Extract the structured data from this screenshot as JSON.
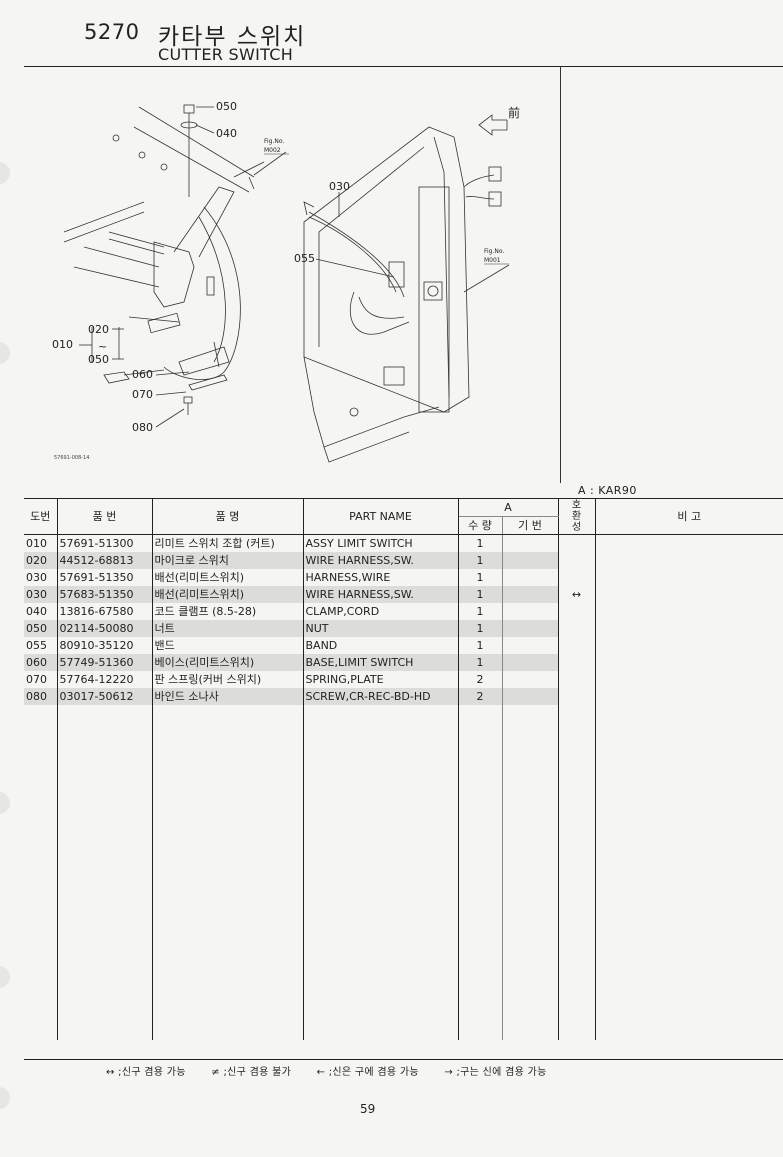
{
  "header": {
    "section_no": "5270",
    "title_ko": "카타부 스위치",
    "title_en": "CUTTER SWITCH"
  },
  "diagram": {
    "callouts": {
      "c050": "050",
      "c040": "040",
      "c030": "030",
      "c055": "055",
      "c010": "010",
      "c020": "020",
      "c050b": "050",
      "c060": "060",
      "c070": "070",
      "c080": "080",
      "tilde": "~",
      "fig1_a": "Fig.No.",
      "fig1_b": "M002",
      "fig2_a": "Fig.No.",
      "fig2_b": "M001",
      "front": "前"
    },
    "code": "57691-008-14"
  },
  "model_label": "A : KAR90",
  "table": {
    "headers": {
      "no": "도번",
      "part_no": "품 번",
      "name_ko": "품 명",
      "name_en": "PART NAME",
      "group_a": "A",
      "qty": "수 량",
      "base": "기 번",
      "interchange": "호\n환\n성",
      "remark": "비 고"
    },
    "rows": [
      {
        "no": "010",
        "part_no": "57691-51300",
        "name_ko": "리미트 스위치 조합 (커트)",
        "name_en": "ASSY LIMIT SWITCH",
        "qty": "1",
        "base": "",
        "ic": "",
        "shaded": false
      },
      {
        "no": "020",
        "part_no": "44512-68813",
        "name_ko": "마이크로 스위치",
        "name_en": "WIRE HARNESS,SW.",
        "qty": "1",
        "base": "",
        "ic": "",
        "shaded": true
      },
      {
        "no": "030",
        "part_no": "57691-51350",
        "name_ko": "배선(리미트스위치)",
        "name_en": "HARNESS,WIRE",
        "qty": "1",
        "base": "",
        "ic": "",
        "shaded": false
      },
      {
        "no": "030",
        "part_no": "57683-51350",
        "name_ko": "배선(리미트스위치)",
        "name_en": "WIRE HARNESS,SW.",
        "qty": "1",
        "base": "",
        "ic": "↔",
        "shaded": true
      },
      {
        "no": "040",
        "part_no": "13816-67580",
        "name_ko": "코드 클램프 (8.5-28)",
        "name_en": "CLAMP,CORD",
        "qty": "1",
        "base": "",
        "ic": "",
        "shaded": false
      },
      {
        "no": "050",
        "part_no": "02114-50080",
        "name_ko": "너트",
        "name_en": "NUT",
        "qty": "1",
        "base": "",
        "ic": "",
        "shaded": true
      },
      {
        "no": "055",
        "part_no": "80910-35120",
        "name_ko": "밴드",
        "name_en": "BAND",
        "qty": "1",
        "base": "",
        "ic": "",
        "shaded": false
      },
      {
        "no": "060",
        "part_no": "57749-51360",
        "name_ko": "베이스(리미트스위치)",
        "name_en": "BASE,LIMIT SWITCH",
        "qty": "1",
        "base": "",
        "ic": "",
        "shaded": true
      },
      {
        "no": "070",
        "part_no": "57764-12220",
        "name_ko": "판 스프링(커버 스위치)",
        "name_en": "SPRING,PLATE",
        "qty": "2",
        "base": "",
        "ic": "",
        "shaded": false
      },
      {
        "no": "080",
        "part_no": "03017-50612",
        "name_ko": "바인드 소나사",
        "name_en": "SCREW,CR-REC-BD-HD",
        "qty": "2",
        "base": "",
        "ic": "",
        "shaded": true
      }
    ]
  },
  "legend": {
    "l1": "↔ ;신구 겸용 가능",
    "l2": "≠ ;신구 겸용 불가",
    "l3": "← ;신은 구에 겸용 가능",
    "l4": "→ ;구는 신에 겸용 가능"
  },
  "page_number": "59"
}
